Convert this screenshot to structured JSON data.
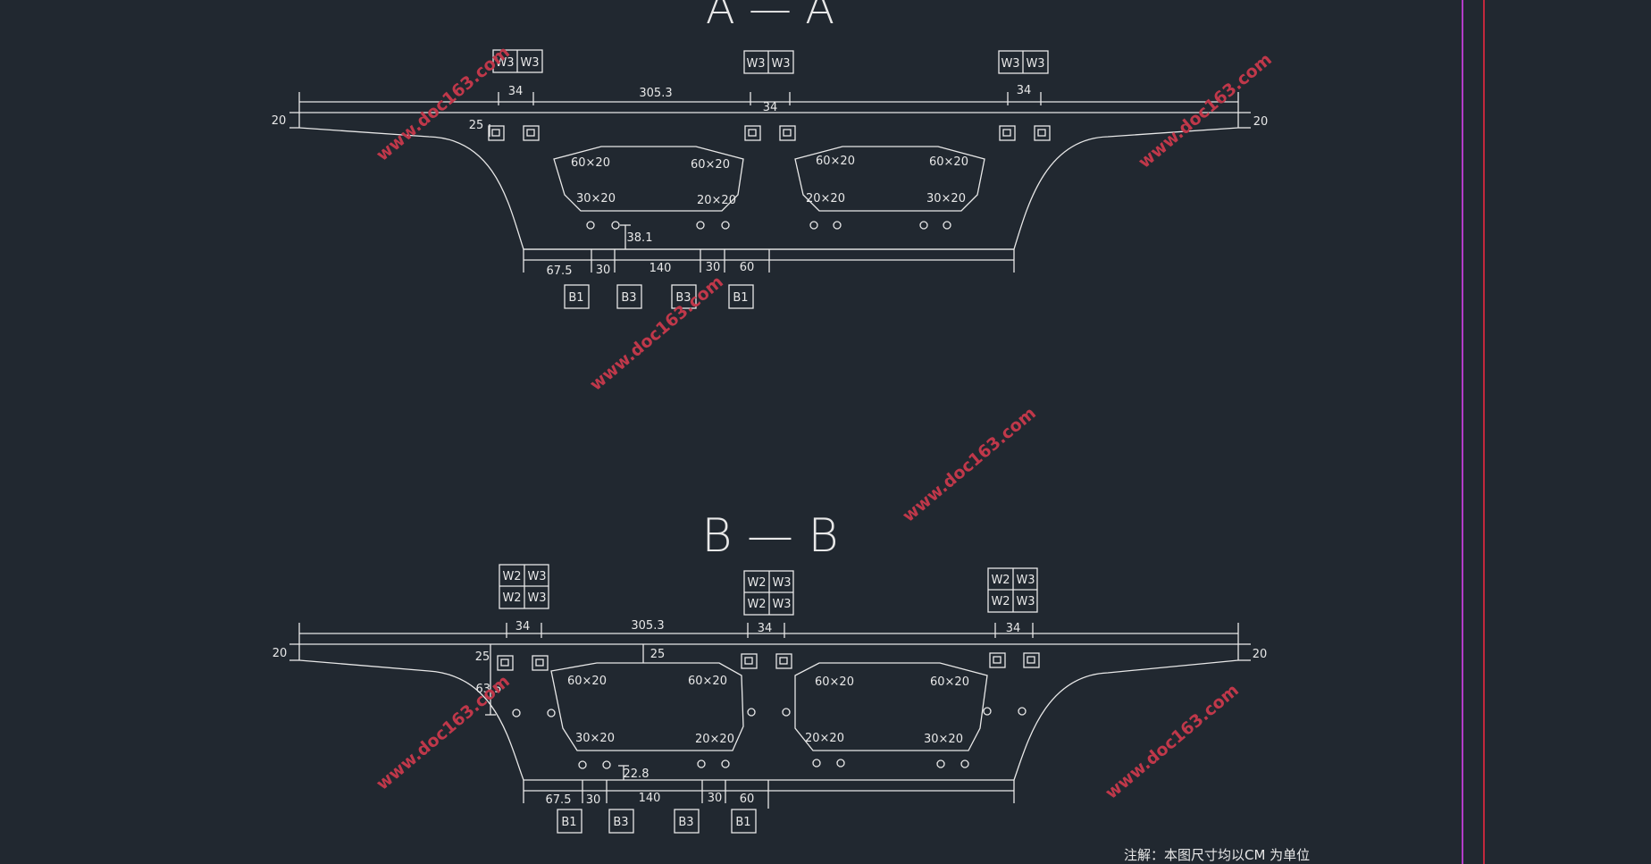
{
  "colors": {
    "background": "#212830",
    "line": "#e8e8e8",
    "watermark": "#c0384a",
    "frame_magenta": "#b43cc8",
    "frame_red": "#c0283c"
  },
  "sections": {
    "aa": {
      "title": "A — A",
      "labels_w_top": [
        [
          "W3",
          "W3"
        ],
        [
          "W3",
          "W3"
        ],
        [
          "W3",
          "W3"
        ]
      ],
      "dim_top": [
        "34",
        "305.3",
        "34",
        "34"
      ],
      "dim_side_left": "20",
      "dim_side_right": "20",
      "dim_25": "25",
      "chamfers_left": [
        "60×20",
        "60×20",
        "30×20",
        "20×20"
      ],
      "chamfers_right": [
        "60×20",
        "60×20",
        "20×20",
        "30×20"
      ],
      "dim_381": "38.1",
      "dim_bottom": [
        "67.5",
        "30",
        "140",
        "30",
        "60"
      ],
      "labels_b": [
        "B1",
        "B3",
        "B3",
        "B1"
      ]
    },
    "bb": {
      "title": "B — B",
      "labels_w_top": [
        [
          "W2",
          "W3",
          "W2",
          "W3"
        ],
        [
          "W2",
          "W3",
          "W2",
          "W3"
        ],
        [
          "W2",
          "W3",
          "W2",
          "W3"
        ]
      ],
      "dim_top": [
        "34",
        "305.3",
        "34",
        "34"
      ],
      "dim_side_left": "20",
      "dim_side_right": "20",
      "dim_25a": "25",
      "dim_25b": "25",
      "dim_635": "63.5",
      "chamfers_left": [
        "60×20",
        "60×20",
        "30×20",
        "20×20"
      ],
      "chamfers_right": [
        "60×20",
        "60×20",
        "20×20",
        "30×20"
      ],
      "dim_228": "22.8",
      "dim_bottom": [
        "67.5",
        "30",
        "140",
        "30",
        "60"
      ],
      "labels_b": [
        "B1",
        "B3",
        "B3",
        "B1"
      ]
    }
  },
  "watermark": "www.doc163.com",
  "note": "注解：本图尺寸均以CM 为单位"
}
